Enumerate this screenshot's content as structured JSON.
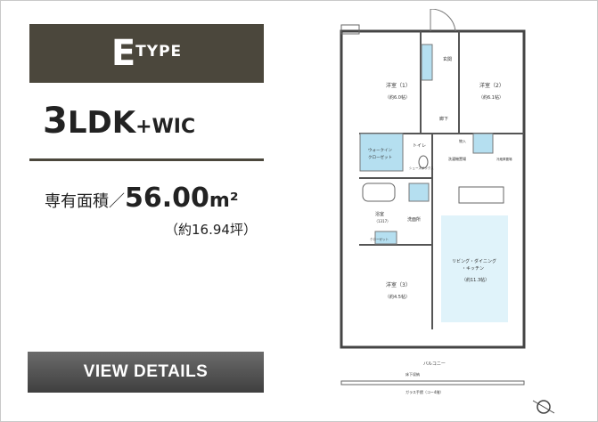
{
  "type_card": {
    "letter": "E",
    "suffix": "TYPE"
  },
  "layout": {
    "num": "3",
    "ldk": "LDK",
    "extra": "+WIC"
  },
  "area": {
    "label": "専有面積／",
    "value": "56.00",
    "unit": "m²",
    "tsubo": "（約16.94坪）"
  },
  "button": {
    "label": "VIEW DETAILS"
  },
  "floorplan": {
    "rooms": {
      "western1": "洋室（1）",
      "western1_size": "（約6.0帖）",
      "western2": "洋室（2）",
      "western2_size": "（約6.1帖）",
      "western3": "洋室（3）",
      "western3_size": "（約4.5帖）",
      "ldk": "リビング・ダイニング",
      "ldk2": "・キッチン",
      "ldk_size": "（約11.3帖）",
      "wic": "ウォークイン",
      "wic2": "クローゼット",
      "toilet": "トイレ",
      "bath": "浴室",
      "bath_size": "（1317）",
      "washroom": "洗面所",
      "corridor": "廊下",
      "entrance": "玄関",
      "balcony": "バルコニー",
      "closet": "クローゼット",
      "storage": "物入",
      "wash_machine": "洗濯機置場",
      "shoebox": "シューズボックス",
      "fridge": "冷蔵庫置場",
      "glass": "ガラス手摺（コー4階）",
      "floor_mark": "床下収納"
    }
  },
  "colors": {
    "brand": "#4b473c",
    "closet_fill": "#b5dff0",
    "ldk_fill": "#e0f3fa"
  }
}
